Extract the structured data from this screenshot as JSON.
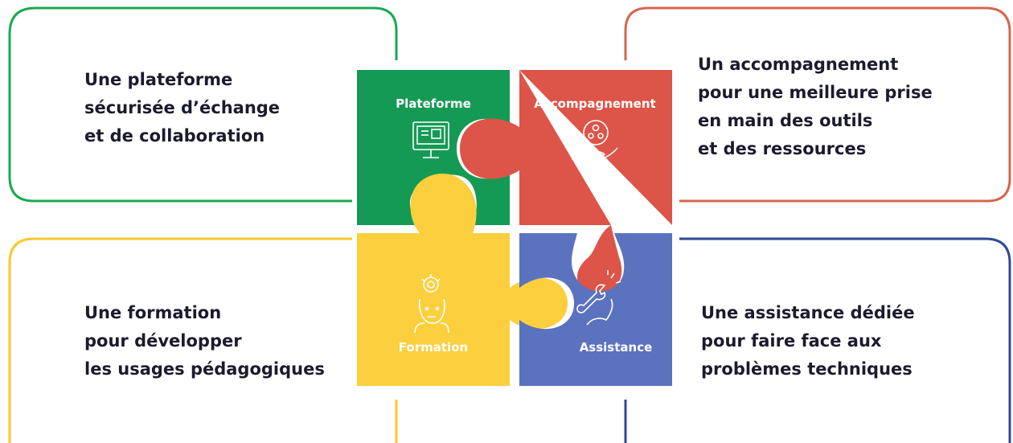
{
  "colors": {
    "green": "#159a55",
    "red": "#dd5448",
    "yellow": "#fccf3f",
    "blue": "#5b72bf",
    "text": "#1b1b2e",
    "outline_green": "#1aaa50",
    "outline_red": "#d7654e",
    "outline_yellow": "#f8c92b",
    "outline_blue": "#2d4a9a"
  },
  "puzzle": {
    "pieces": [
      {
        "label": "Plateforme",
        "icon": "computer-screen-icon",
        "color": "green"
      },
      {
        "label": "Accompagnement",
        "icon": "hand-with-people-icon",
        "color": "red"
      },
      {
        "label": "Formation",
        "icon": "head-with-gear-icon",
        "color": "yellow"
      },
      {
        "label": "Assistance",
        "icon": "wrench-hand-icon",
        "color": "blue"
      }
    ]
  },
  "boxes": [
    {
      "color": "green",
      "lines": [
        "Une plateforme",
        "sécurisée d’échange",
        "et de collaboration"
      ]
    },
    {
      "color": "red",
      "lines": [
        "Un accompagnement",
        "pour une meilleure prise",
        "en main des outils",
        "et des ressources"
      ]
    },
    {
      "color": "yellow",
      "lines": [
        "Une formation",
        "pour développer",
        "les usages pédagogiques"
      ]
    },
    {
      "color": "blue",
      "lines": [
        "Une assistance dédiée",
        "pour faire face aux",
        "problèmes techniques"
      ]
    }
  ]
}
